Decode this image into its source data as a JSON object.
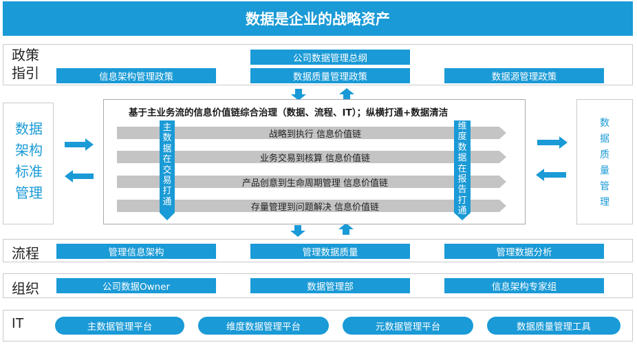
{
  "banner": {
    "title": "数据是企业的战略资产"
  },
  "policy": {
    "label": "政策\n指引",
    "label_line1": "政策",
    "label_line2": "指引",
    "top_item": "公司数据管理总纲",
    "items": [
      "信息架构管理政策",
      "数据质量管理政策",
      "数据源管理政策"
    ]
  },
  "left_panel": {
    "chars": [
      "数据",
      "架构",
      "标准",
      "管理"
    ]
  },
  "right_panel": {
    "chars": [
      "数",
      "据",
      "质",
      "量",
      "管",
      "理"
    ]
  },
  "center": {
    "title": "基于主业务流的信息价值链综合治理（数据、流程、IT）；纵横打通+数据清洁",
    "chains": [
      "战略到执行    信息价值链",
      "业务交易到核算    信息价值链",
      "产品创意到生命周期管理    信息价值链",
      "存量管理到问题解决    信息价值链"
    ],
    "left_vertical": [
      "主",
      "数",
      "据",
      "在",
      "交",
      "易",
      "打",
      "通"
    ],
    "right_vertical": [
      "维",
      "度",
      "数",
      "据",
      "在",
      "报",
      "告",
      "打",
      "通"
    ]
  },
  "process": {
    "label": "流程",
    "items": [
      "管理信息架构",
      "管理数据质量",
      "管理数据分析"
    ]
  },
  "org": {
    "label": "组织",
    "items": [
      "公司数据Owner",
      "数据管理部",
      "信息架构专家组"
    ]
  },
  "it": {
    "label": "IT",
    "items": [
      "主数据管理平台",
      "维度数据管理平台",
      "元数据管理平台",
      "数据质量管理工具"
    ]
  },
  "colors": {
    "accent": "#1a9ad6",
    "chain_gray": "#c4c4c4",
    "border": "#c9c9c9"
  }
}
